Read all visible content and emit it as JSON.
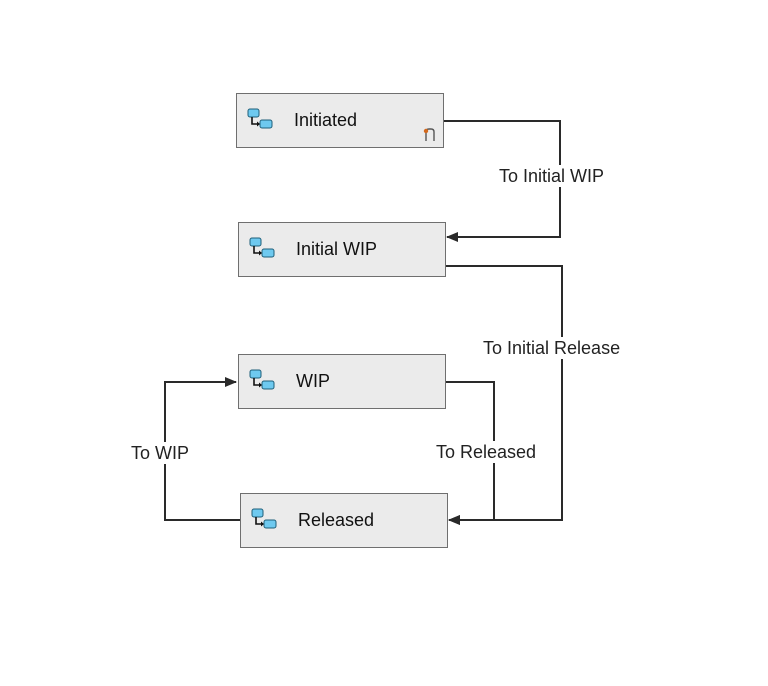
{
  "colors": {
    "edge": "#2a2a2a",
    "box_fill": "#ebebeb",
    "box_border": "#6f6f6f",
    "icon_fill": "#6ec9ef",
    "start_marker": "#d2691e"
  },
  "states": [
    {
      "id": "initiated",
      "label": "Initiated",
      "icon": "workflow-state-icon",
      "start_marker": "start-state-icon"
    },
    {
      "id": "initial_wip",
      "label": "Initial WIP",
      "icon": "workflow-state-icon"
    },
    {
      "id": "wip",
      "label": "WIP",
      "icon": "workflow-state-icon"
    },
    {
      "id": "released",
      "label": "Released",
      "icon": "workflow-state-icon"
    }
  ],
  "transitions": [
    {
      "from": "Initiated",
      "to": "Initial WIP",
      "label": "To Initial WIP"
    },
    {
      "from": "Initial WIP",
      "to": "Released",
      "label": "To Initial Release"
    },
    {
      "from": "WIP",
      "to": "Released",
      "label": "To Released"
    },
    {
      "from": "Released",
      "to": "WIP",
      "label": "To WIP"
    }
  ]
}
